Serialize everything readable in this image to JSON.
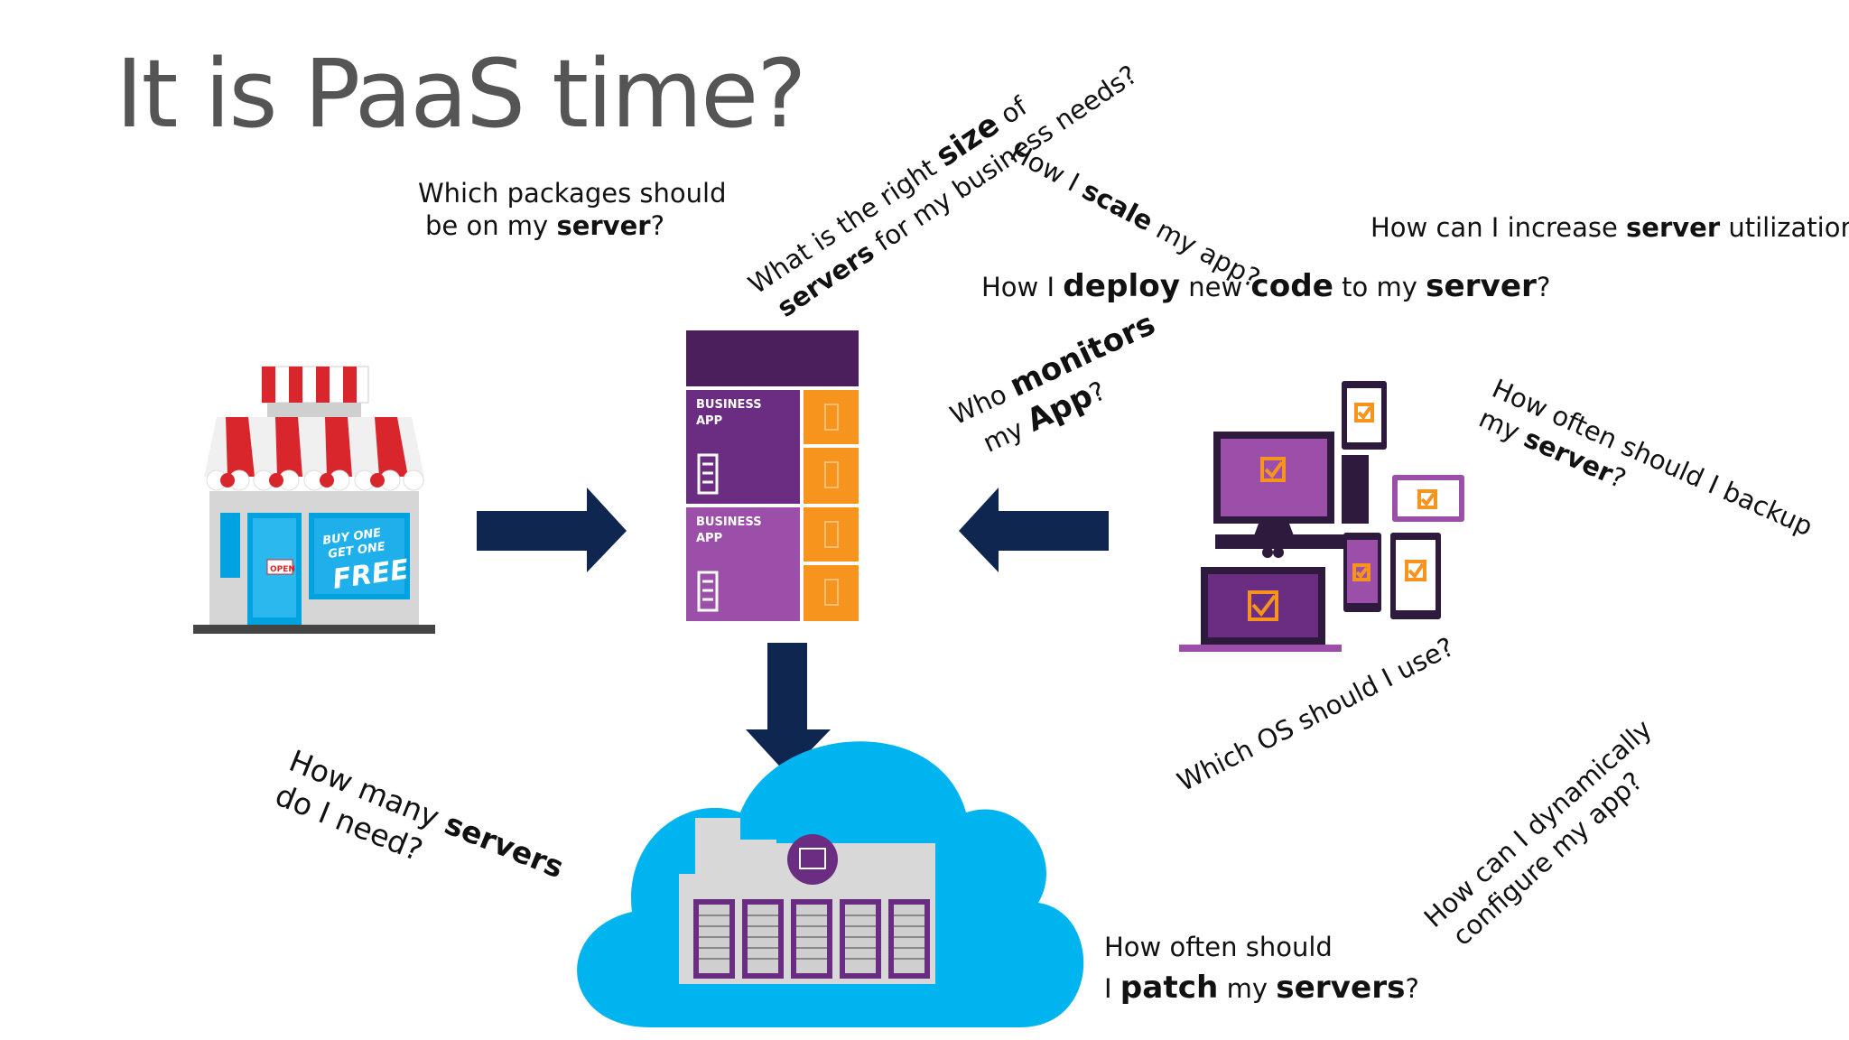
{
  "title": "It is PaaS time?",
  "questions": {
    "packages_1": "Which packages should",
    "packages_2a": "be on my ",
    "packages_2b": "server",
    "packages_2c": "?",
    "size_1a": "What is the right ",
    "size_1b": "size",
    "size_1c": " of",
    "size_2a": "servers",
    "size_2b": " for my business needs?",
    "scale_a": "How I ",
    "scale_b": "scale",
    "scale_c": " my app?",
    "util_a": "How can I increase ",
    "util_b": "server",
    "util_c": " utilization?",
    "deploy_a": "How I ",
    "deploy_b": "deploy",
    "deploy_c": " new ",
    "deploy_d": "code",
    "deploy_e": " to my ",
    "deploy_f": "server",
    "deploy_g": "?",
    "monitors_1a": "Who ",
    "monitors_1b": "monitors",
    "monitors_2a": "my ",
    "monitors_2b": "App",
    "monitors_2c": "?",
    "backup_1": "How often should I backup",
    "backup_2a": "my ",
    "backup_2b": "server",
    "backup_2c": "?",
    "os": "Which OS should I use?",
    "many_1a": "How many ",
    "many_1b": "servers",
    "many_2": "do I need?",
    "dynamic_1": "How can I dynamically",
    "dynamic_2": "configure my app?",
    "patch_1": "How often should",
    "patch_2a": "I ",
    "patch_2b": "patch",
    "patch_2c": " my ",
    "patch_2d": "servers",
    "patch_2e": "?"
  },
  "store": {
    "sign_1": "BUY ONE",
    "sign_2": "GET ONE",
    "sign_3": "FREE",
    "open_sign": "OPEN"
  },
  "app_stack": {
    "app_1": "BUSINESS",
    "app_1b": "APP",
    "app_2": "BUSINESS",
    "app_2b": "APP"
  },
  "colors": {
    "navy_arrow": "#0e2650",
    "purple_dark": "#4a1f5c",
    "purple": "#6b2d82",
    "purple_light": "#9b4fa8",
    "orange": "#f7941d",
    "cloud_blue": "#00b4ef",
    "awning_red": "#d9262c"
  }
}
